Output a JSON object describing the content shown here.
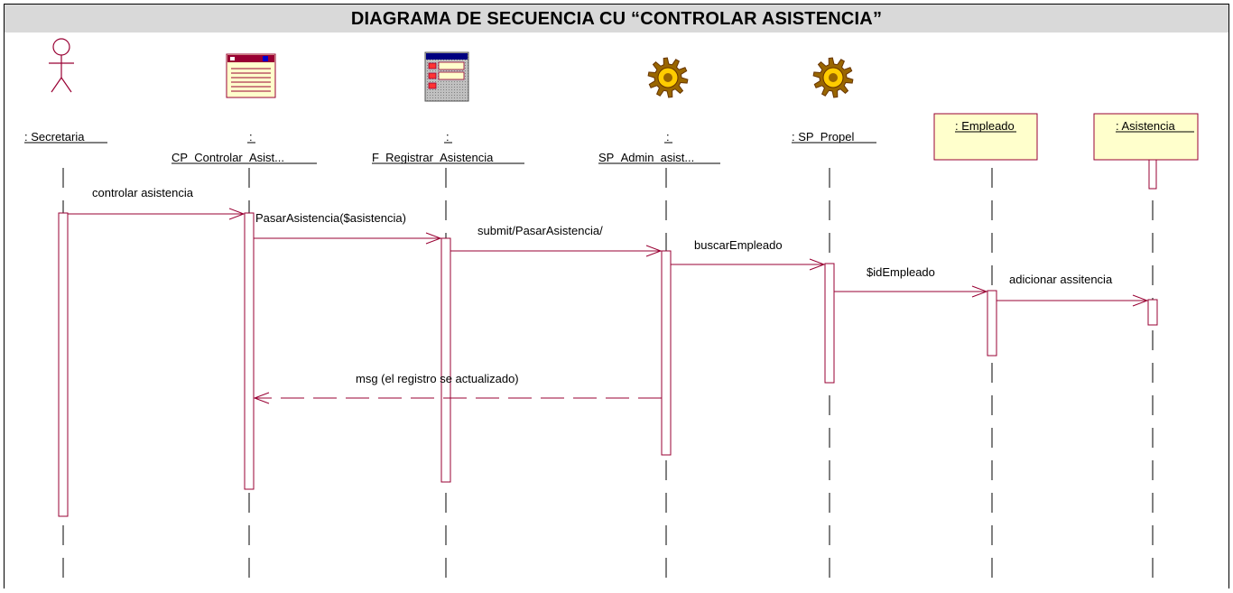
{
  "title": "DIAGRAMA DE SECUENCIA CU “CONTROLAR ASISTENCIA”",
  "colors": {
    "line": "#990033",
    "box_fill": "#ffffcc",
    "title_bg": "#d9d9d9",
    "gear": "#996600"
  },
  "lifelines": [
    {
      "id": "secretaria",
      "icon": "actor-icon",
      "label_top": ": Secretaria",
      "label_bottom": ""
    },
    {
      "id": "cp",
      "icon": "client-page-icon",
      "label_top": ":",
      "label_bottom": "CP_Controlar_Asist..."
    },
    {
      "id": "form",
      "icon": "form-icon",
      "label_top": ":",
      "label_bottom": "F_Registrar_Asistencia"
    },
    {
      "id": "sp_admin",
      "icon": "server-page-gear-icon",
      "label_top": ":",
      "label_bottom": "SP_Admin_asist..."
    },
    {
      "id": "sp_propel",
      "icon": "server-page-gear-icon",
      "label_top": ": SP_Propel",
      "label_bottom": ""
    },
    {
      "id": "empleado",
      "icon": "",
      "label_top": ": Empleado",
      "label_bottom": ""
    },
    {
      "id": "asistencia",
      "icon": "",
      "label_top": ": Asistencia",
      "label_bottom": ""
    }
  ],
  "messages": [
    {
      "from": "secretaria",
      "to": "cp",
      "label": "controlar asistencia",
      "return": false
    },
    {
      "from": "cp",
      "to": "form",
      "label": "PasarAsistencia($asistencia)",
      "return": false
    },
    {
      "from": "form",
      "to": "sp_admin",
      "label": "submit/PasarAsistencia/",
      "return": false
    },
    {
      "from": "sp_admin",
      "to": "sp_propel",
      "label": "buscarEmpleado",
      "return": false
    },
    {
      "from": "sp_propel",
      "to": "empleado",
      "label": "$idEmpleado",
      "return": false
    },
    {
      "from": "empleado",
      "to": "asistencia",
      "label": "adicionar assitencia",
      "return": false
    },
    {
      "from": "sp_admin",
      "to": "cp",
      "label": "msg (el registro se actualizado)",
      "return": true
    }
  ]
}
